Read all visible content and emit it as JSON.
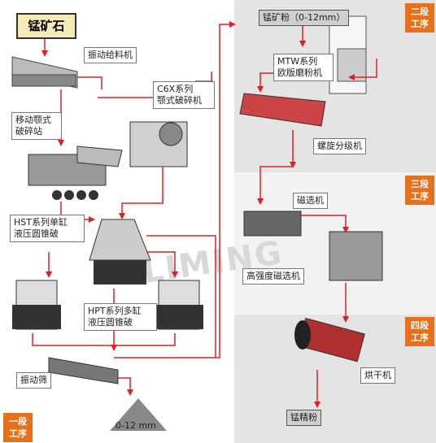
{
  "source": "锰矿石",
  "machines": {
    "feeder": "振动给料机",
    "jaw": "C6X系列\n颚式破碎机",
    "mobile": "移动颚式\n破碎站",
    "hst": "HST系列单缸\n液压圆锥破",
    "hpt": "HPT系列多缸\n液压圆锥破",
    "screen": "振动筛",
    "mill": "MTW系列\n欧版磨粉机",
    "classifier": "螺旋分级机",
    "magnetic": "磁选机",
    "high_magnetic": "高强度磁选机",
    "dryer": "烘干机"
  },
  "products": {
    "crushed": "0-12 mm",
    "powder": "锰矿粉（0-12mm）",
    "concentrate": "锰精粉"
  },
  "stages": [
    {
      "line1": "一段",
      "line2": "工序"
    },
    {
      "line1": "二段",
      "line2": "工序"
    },
    {
      "line1": "三段",
      "line2": "工序"
    },
    {
      "line1": "四段",
      "line2": "工序"
    }
  ],
  "watermark": "LIMING",
  "colors": {
    "arrow": "#e02020",
    "stage": "#e8701a",
    "right_bg": "#e6e6e6"
  }
}
